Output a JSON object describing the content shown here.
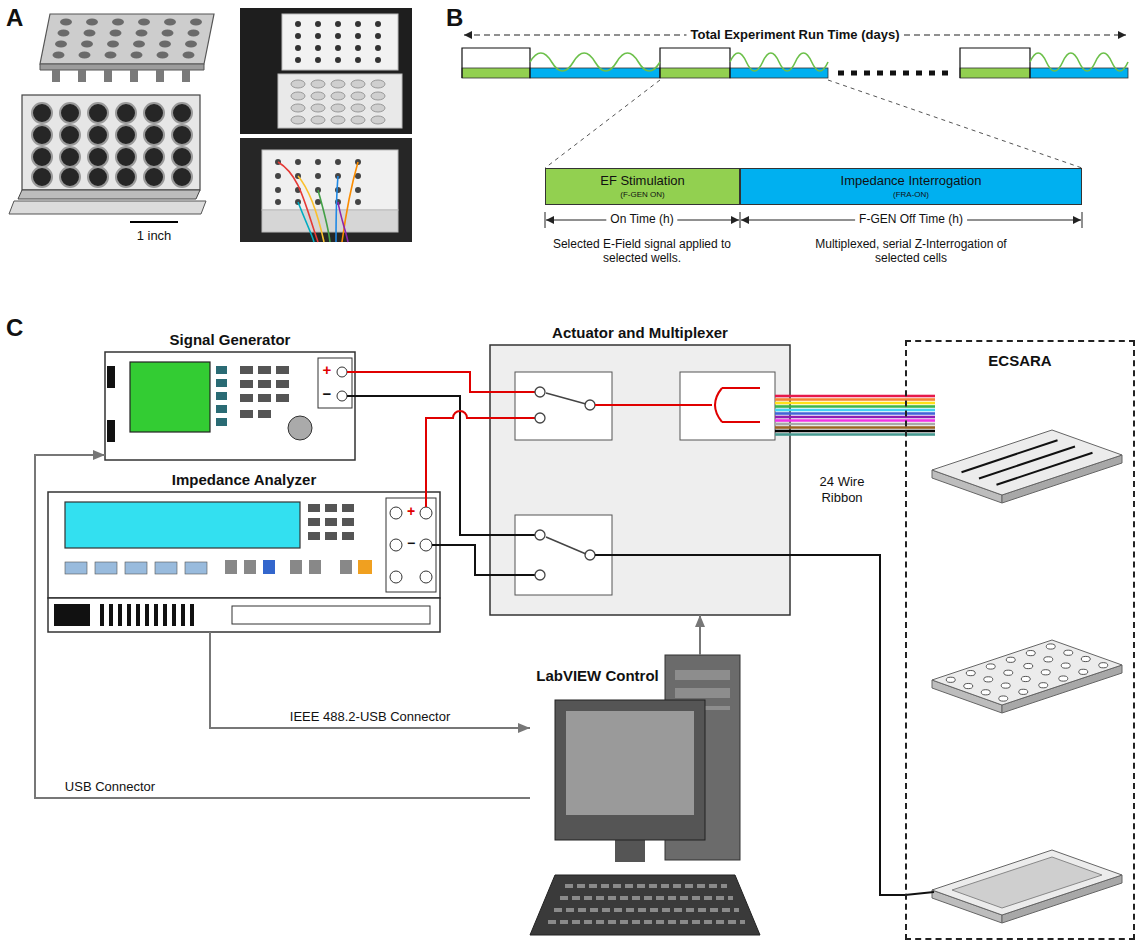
{
  "diagram": {
    "nodes": [
      {
        "text": [
          "EF Stimulation",
          "(F-GEN ON)"
        ]
      },
      {
        "text": [
          "Impedance Interrogation",
          "(FRA-ON)"
        ]
      },
      {
        "text": [
          "Signal Generator"
        ]
      },
      {
        "text": [
          "Impedance Analyzer"
        ]
      },
      {
        "text": [
          "Actuator and Multiplexer"
        ]
      },
      {
        "text": [
          "ECSARA"
        ]
      },
      {
        "text": [
          "LabVIEW Control"
        ]
      }
    ],
    "edges": [
      {
        "from": 2,
        "to": 4,
        "arrow": "none"
      },
      {
        "from": 2,
        "to": 4,
        "arrow": "none"
      },
      {
        "from": 3,
        "to": 4,
        "arrow": "none"
      },
      {
        "from": 3,
        "to": 4,
        "arrow": "none"
      },
      {
        "from": 4,
        "to": 5,
        "arrow": "none"
      },
      {
        "from": 4,
        "to": 5,
        "arrow": "none"
      },
      {
        "from": 3,
        "to": 6,
        "arrow": "to",
        "label": "IEEE 488.2-USB Connector"
      },
      {
        "from": 6,
        "to": 2,
        "arrow": "to",
        "label": "USB Connector"
      },
      {
        "from": 6,
        "to": 4,
        "arrow": "to"
      }
    ],
    "labels": [
      "A",
      "1 inch",
      "B",
      "Total Experiment Run Time (days)",
      "On Time (h)",
      "F-GEN Off Time (h)",
      "Selected E-Field signal applied to selected wells.",
      "Multiplexed, serial Z-Interrogation of selected cells",
      "C",
      "+",
      "−",
      "+",
      "−",
      "24 Wire Ribbon"
    ]
  }
}
